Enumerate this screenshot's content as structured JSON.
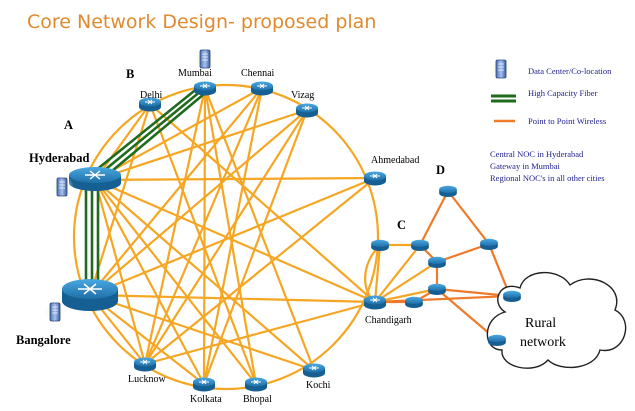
{
  "title": "Core Network Design- proposed plan",
  "section_labels": {
    "a": "A",
    "b": "B",
    "c": "C",
    "d": "D"
  },
  "cities": {
    "mumbai": "Mumbai",
    "delhi": "Delhi",
    "chennai": "Chennai",
    "vizag": "Vizag",
    "ahmedabad": "Ahmedabad",
    "hyderabad": "Hyderabad",
    "bangalore": "Bangalore",
    "chandigarh": "Chandigarh",
    "lucknow": "Lucknow",
    "kolkata": "Kolkata",
    "bhopal": "Bhopal",
    "kochi": "Kochi"
  },
  "legend": {
    "datacenter": "Data Center/Co-location",
    "fiber": "High Capacity Fiber",
    "wireless": "Point to Point Wireless"
  },
  "notes": {
    "line1": "Central NOC in Hyderabad",
    "line2": "Gateway in Mumbai",
    "line3": "Regional NOC's in all other cities"
  },
  "cloud": {
    "line1": "Rural",
    "line2": "network"
  },
  "colors": {
    "wireless": "#f5a623",
    "fiber": "#1e6b1e",
    "wireless_rural": "#ef7a2a",
    "router": "#1f86c4",
    "title": "#e08a2e"
  },
  "icons": {
    "router": "router-icon",
    "datacenter": "server-rack-icon",
    "cloud": "cloud-icon"
  }
}
